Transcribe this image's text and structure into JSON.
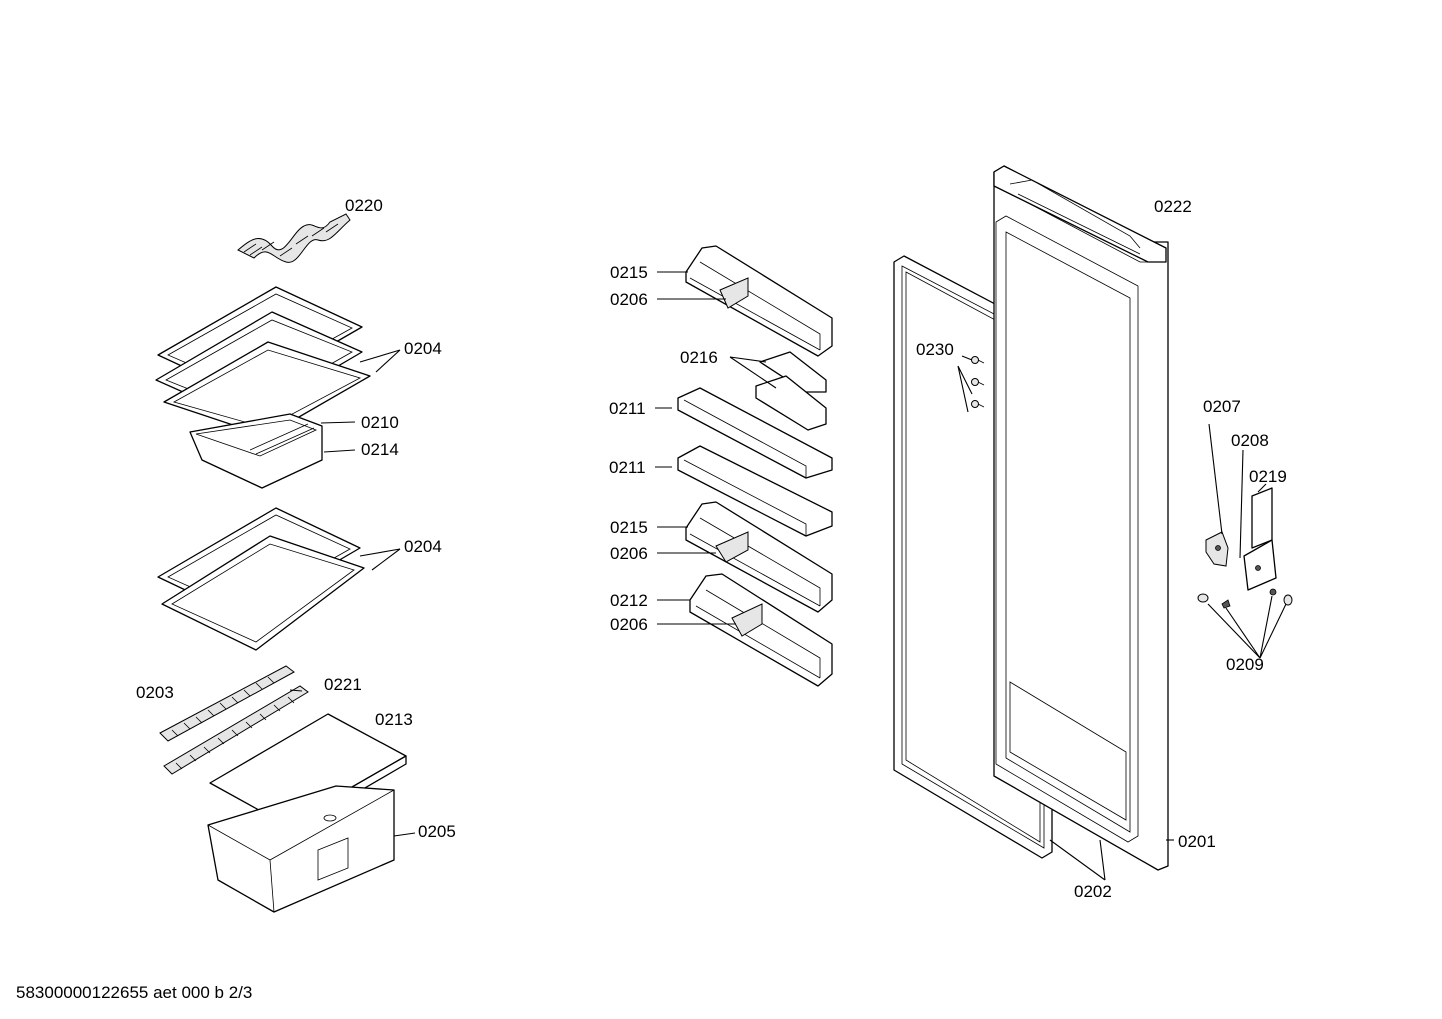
{
  "callouts": {
    "c0220": "0220",
    "c0204a": "0204",
    "c0210": "0210",
    "c0214": "0214",
    "c0204b": "0204",
    "c0203": "0203",
    "c0221": "0221",
    "c0213": "0213",
    "c0205": "0205",
    "c0215a": "0215",
    "c0206a": "0206",
    "c0216": "0216",
    "c0211a": "0211",
    "c0211b": "0211",
    "c0215b": "0215",
    "c0206b": "0206",
    "c0212": "0212",
    "c0206c": "0206",
    "c0230": "0230",
    "c0222": "0222",
    "c0207": "0207",
    "c0208": "0208",
    "c0219": "0219",
    "c0209": "0209",
    "c0201": "0201",
    "c0202": "0202"
  },
  "footer": "58300000122655 aet 000 b 2/3"
}
